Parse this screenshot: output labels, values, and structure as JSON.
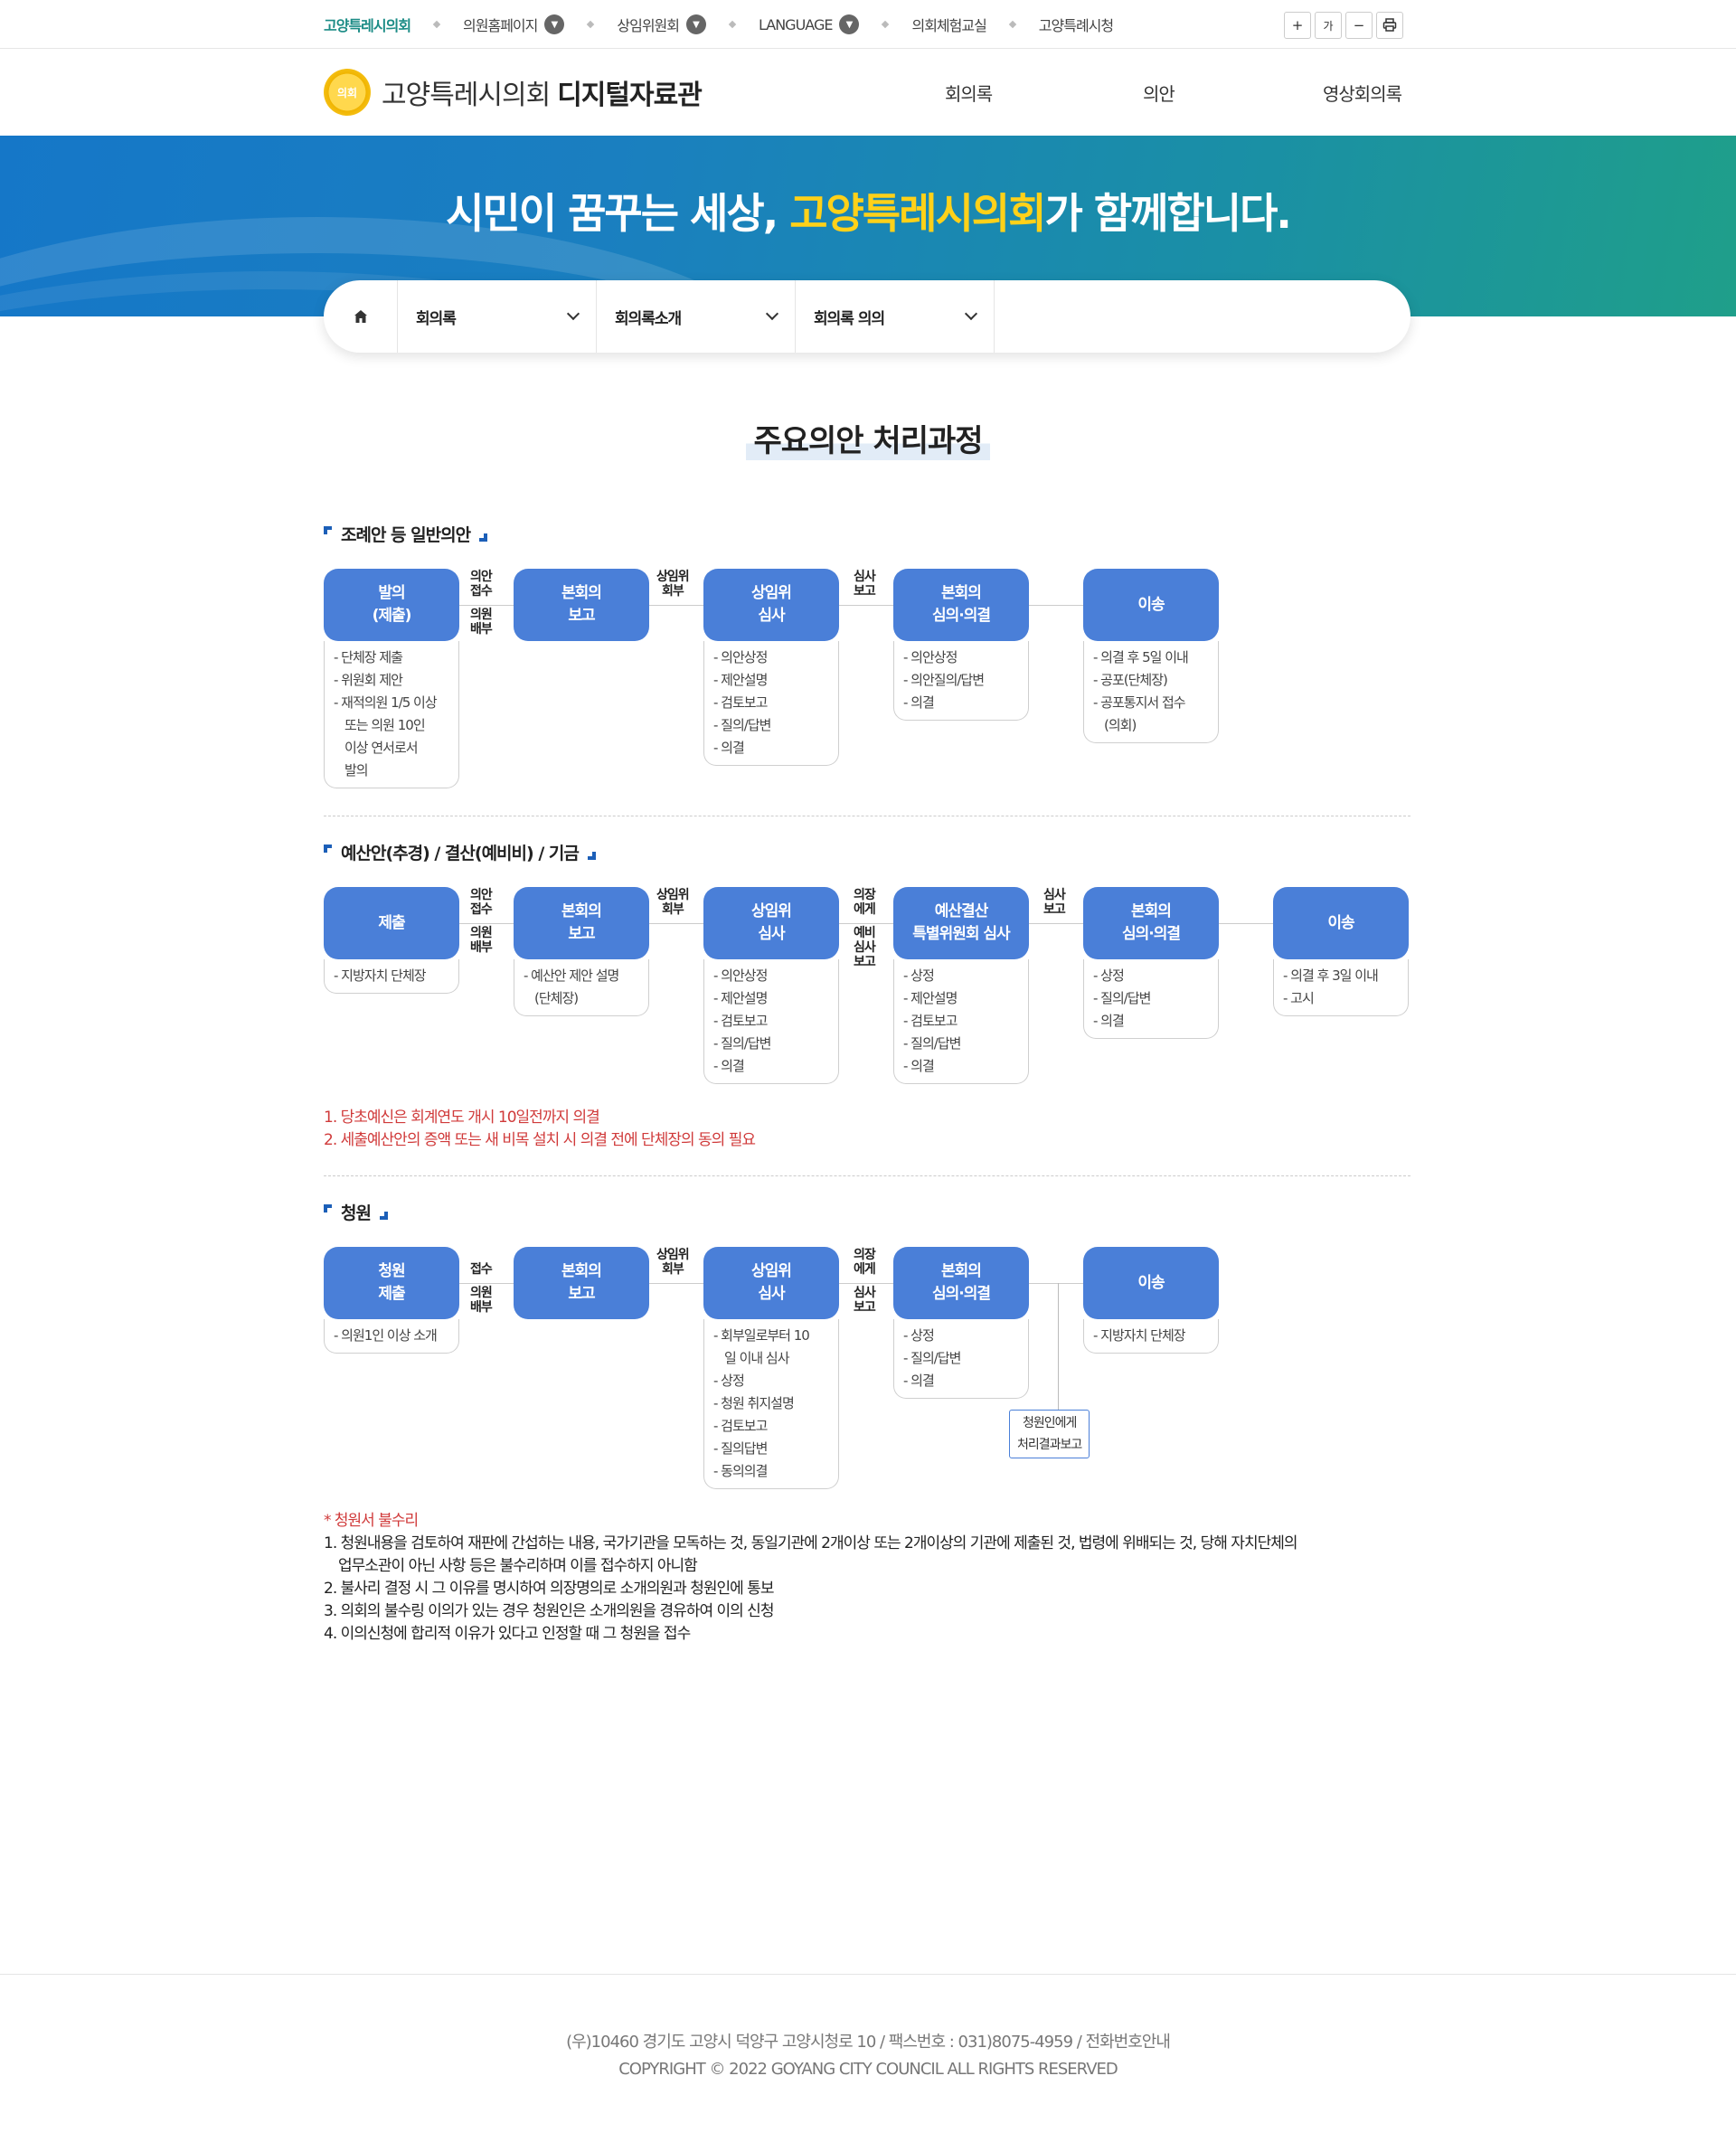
{
  "topbar": {
    "links": [
      {
        "label": "고양특레시의회",
        "active": true,
        "dropdown": false
      },
      {
        "label": "의원홈페이지",
        "active": false,
        "dropdown": true
      },
      {
        "label": "상임위원회",
        "active": false,
        "dropdown": true
      },
      {
        "label": "LANGUAGE",
        "active": false,
        "dropdown": true
      },
      {
        "label": "의회체험교실",
        "active": false,
        "dropdown": false
      },
      {
        "label": "고양특례시청",
        "active": false,
        "dropdown": false
      }
    ],
    "tools": [
      "+",
      "가",
      "−",
      "print-icon"
    ]
  },
  "header": {
    "logo_emblem": "의회",
    "logo_name": "고양특레시의회",
    "logo_sub": "디지털자료관",
    "nav": [
      "회의록",
      "의안",
      "영상회의록"
    ]
  },
  "banner": {
    "pre": "시민이 꿈꾸는 세상, ",
    "highlight": "고양특레시의회",
    "post": "가 함께합니다."
  },
  "breadcrumb": {
    "items": [
      "회의록",
      "회의록소개",
      "회의록 의의"
    ]
  },
  "page_title": "주요의안 처리과정",
  "sections": {
    "general": {
      "title": "조례안 등 일반의안",
      "steps": [
        {
          "box": "발의\n(제출)",
          "desc": [
            "- 단체장 제출",
            "- 위원회 제안",
            "- 재적의원 1/5 이상",
            "또는 의원 10인",
            "이상 연서로서",
            "발의"
          ]
        },
        {
          "box": "본회의\n보고",
          "desc": []
        },
        {
          "box": "상임위\n심사",
          "desc": [
            "- 의안상정",
            "- 제안설명",
            "- 검토보고",
            "- 질의/답변",
            "- 의결"
          ]
        },
        {
          "box": "본회의\n심의·의결",
          "desc": [
            "- 의안상정",
            "- 의안질의/답변",
            "- 의결"
          ]
        },
        {
          "box": "이송",
          "desc": [
            "- 의결 후 5일 이내",
            "- 공포(단체장)",
            "- 공포통지서 접수",
            "(의회)"
          ]
        }
      ],
      "labels": [
        [
          "의안",
          "접수",
          "의원",
          "배부"
        ],
        [
          "상임위",
          "회부"
        ],
        [
          "심사",
          "보고"
        ]
      ]
    },
    "budget": {
      "title": "예산안(추경) / 결산(예비비) / 기금",
      "steps": [
        {
          "box": "제출",
          "desc": [
            "- 지방자치 단체장"
          ]
        },
        {
          "box": "본회의\n보고",
          "desc": [
            "- 예산안 제안 설명",
            "(단체장)"
          ]
        },
        {
          "box": "상임위\n심사",
          "desc": [
            "- 의안상정",
            "- 제안설명",
            "- 검토보고",
            "- 질의/답변",
            "- 의결"
          ]
        },
        {
          "box": "예산결산\n특별위원회 심사",
          "desc": [
            "- 상정",
            "- 제안설명",
            "- 검토보고",
            "- 질의/답변",
            "- 의결"
          ]
        },
        {
          "box": "본회의\n심의·의결",
          "desc": [
            "- 상정",
            "- 질의/답변",
            "- 의결"
          ]
        },
        {
          "box": "이송",
          "desc": [
            "- 의결 후 3일 이내",
            "- 고시"
          ]
        }
      ],
      "labels": [
        [
          "의안",
          "접수",
          "의원",
          "배부"
        ],
        [
          "상임위",
          "회부"
        ],
        [
          "의장",
          "에게",
          "예비",
          "심사",
          "보고"
        ],
        [
          "심사",
          "보고"
        ]
      ],
      "notes": [
        "1. 당초예신은 회계연도 개시 10일전까지 의결",
        "2. 세출예산안의 증액 또는 새 비목 설치 시 의결 전에 단체장의 동의 필요"
      ]
    },
    "petition": {
      "title": "청원",
      "steps": [
        {
          "box": "청원\n제출",
          "desc": [
            "- 의원1인 이상 소개"
          ]
        },
        {
          "box": "본회의\n보고",
          "desc": []
        },
        {
          "box": "상임위\n심사",
          "desc": [
            "- 회부일로부터 10",
            "일 이내 심사",
            "- 상정",
            "- 청원 취지설명",
            "- 검토보고",
            "- 질의답변",
            "- 동의의결"
          ]
        },
        {
          "box": "본회의\n심의·의결",
          "desc": [
            "- 상정",
            "- 질의/답변",
            "- 의결"
          ]
        },
        {
          "box": "이송",
          "desc": [
            "- 지방자치 단체장"
          ]
        }
      ],
      "labels": [
        [
          "접수",
          "의원",
          "배부"
        ],
        [
          "상임위",
          "회부"
        ],
        [
          "의장",
          "에게",
          "심사",
          "보고"
        ]
      ],
      "result_box": [
        "청원인에게",
        "처리결과보고"
      ],
      "notes_title": "* 청원서 불수리",
      "notes": [
        "1. 청원내용을 검토하여 재판에 간섭하는 내용, 국가기관을 모독하는 것, 동일기관에 2개이상 또는 2개이상의 기관에 제출된 것, 법령에 위배되는 것, 당해 자치단체의",
        "업무소관이 아닌 사항 등은 불수리하며 이를 접수하지 아니함",
        "2. 불사리 결정 시 그 이유를 명시하여 의장명의로 소개의원과 청원인에 통보",
        "3. 의회의 불수링 이의가 있는 경우 청원인은 소개의원을 경유하여 이의 신청",
        "4. 이의신청에 합리적 이유가 있다고 인정할 때 그 청원을 접수"
      ]
    }
  },
  "footer": {
    "address": "(우)10460 경기도 고양시 덕양구 고양시청로 10 / 팩스번호 : 031)8075-4959 / 전화번호안내",
    "copyright": "COPYRIGHT © 2022 GOYANG CITY COUNCIL ALL RIGHTS RESERVED"
  },
  "colors": {
    "box": "#4a7fd8",
    "accent": "#1c5fb8",
    "highlight": "#ffd119",
    "note_red": "#d03a3a"
  }
}
